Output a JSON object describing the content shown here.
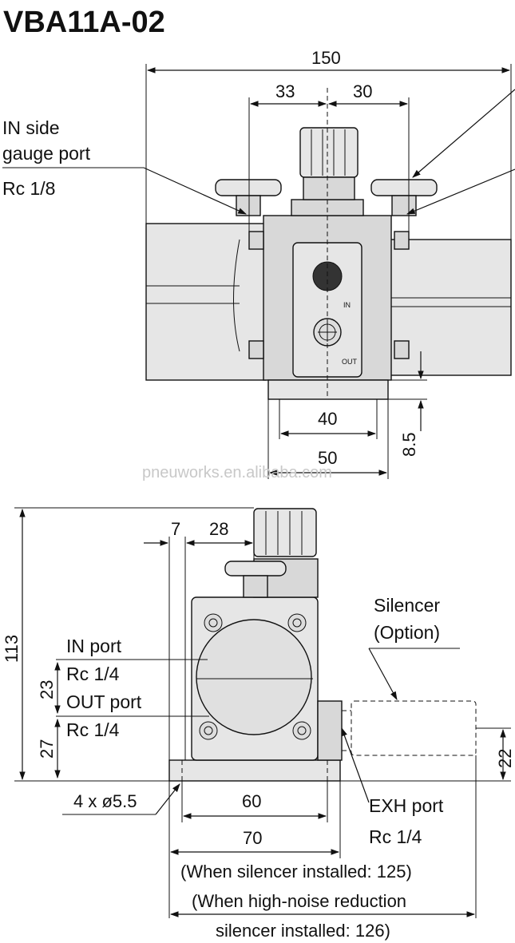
{
  "title": "VBA11A-02",
  "watermark": "pneuworks.en.alibaba.com",
  "top_view": {
    "dims": {
      "overall_width": "150",
      "left_offset": "33",
      "right_offset": "30",
      "base_inner": "40",
      "base_outer": "50",
      "base_height": "8.5"
    },
    "labels": {
      "in_gauge_line1": "IN side",
      "in_gauge_line2": "gauge port",
      "in_gauge_thread": "Rc 1/8",
      "port_in": "IN",
      "port_out": "OUT"
    }
  },
  "side_view": {
    "dims": {
      "overall_height": "113",
      "offset_7": "7",
      "offset_28": "28",
      "h23": "23",
      "h27": "27",
      "h22": "22",
      "mount_holes": "4 x ø5.5",
      "hole_pitch": "60",
      "base_width": "70"
    },
    "labels": {
      "in_port": "IN port",
      "in_port_thread": "Rc 1/4",
      "out_port": "OUT port",
      "out_port_thread": "Rc 1/4",
      "silencer_line1": "Silencer",
      "silencer_line2": "(Option)",
      "exh_port": "EXH port",
      "exh_port_thread": "Rc 1/4"
    },
    "notes": [
      "(When silencer installed: 125)",
      "(When high-noise reduction",
      "silencer installed: 126)"
    ]
  }
}
